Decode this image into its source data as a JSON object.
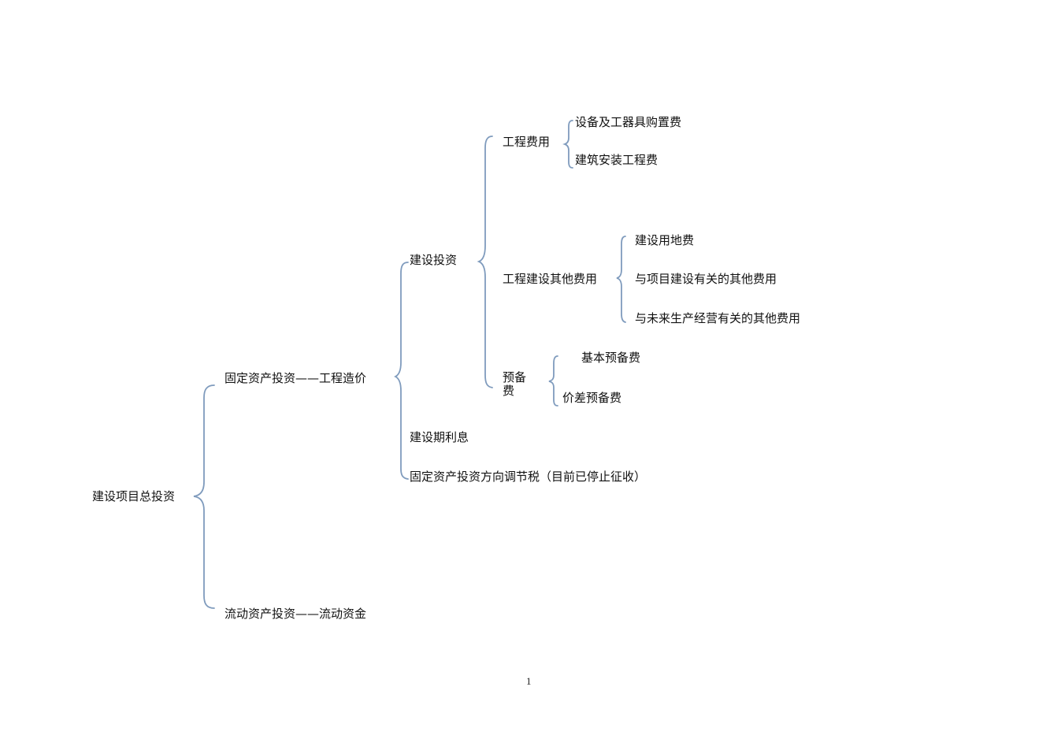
{
  "diagram": {
    "root": {
      "label": "建设项目总投资"
    },
    "level1": [
      {
        "label": "固定资产投资——工程造价"
      },
      {
        "label": "流动资产投资——流动资金"
      }
    ],
    "fixed_asset_children": [
      {
        "label": "建设投资"
      },
      {
        "label": "建设期利息"
      },
      {
        "label": "固定资产投资方向调节税（目前已停止征收）"
      }
    ],
    "construction_investment_children": [
      {
        "label": "工程费用"
      },
      {
        "label": "工程建设其他费用"
      },
      {
        "label": "预备费"
      }
    ],
    "engineering_cost_children": [
      {
        "label": "设备及工器具购置费"
      },
      {
        "label": "建筑安装工程费"
      }
    ],
    "other_cost_children": [
      {
        "label": "建设用地费"
      },
      {
        "label": "与项目建设有关的其他费用"
      },
      {
        "label": "与未来生产经营有关的其他费用"
      }
    ],
    "reserve_children": [
      {
        "label": "基本预备费"
      },
      {
        "label": "价差预备费"
      }
    ],
    "brace_color": "#7f9bbd"
  },
  "page": {
    "number": "1"
  }
}
